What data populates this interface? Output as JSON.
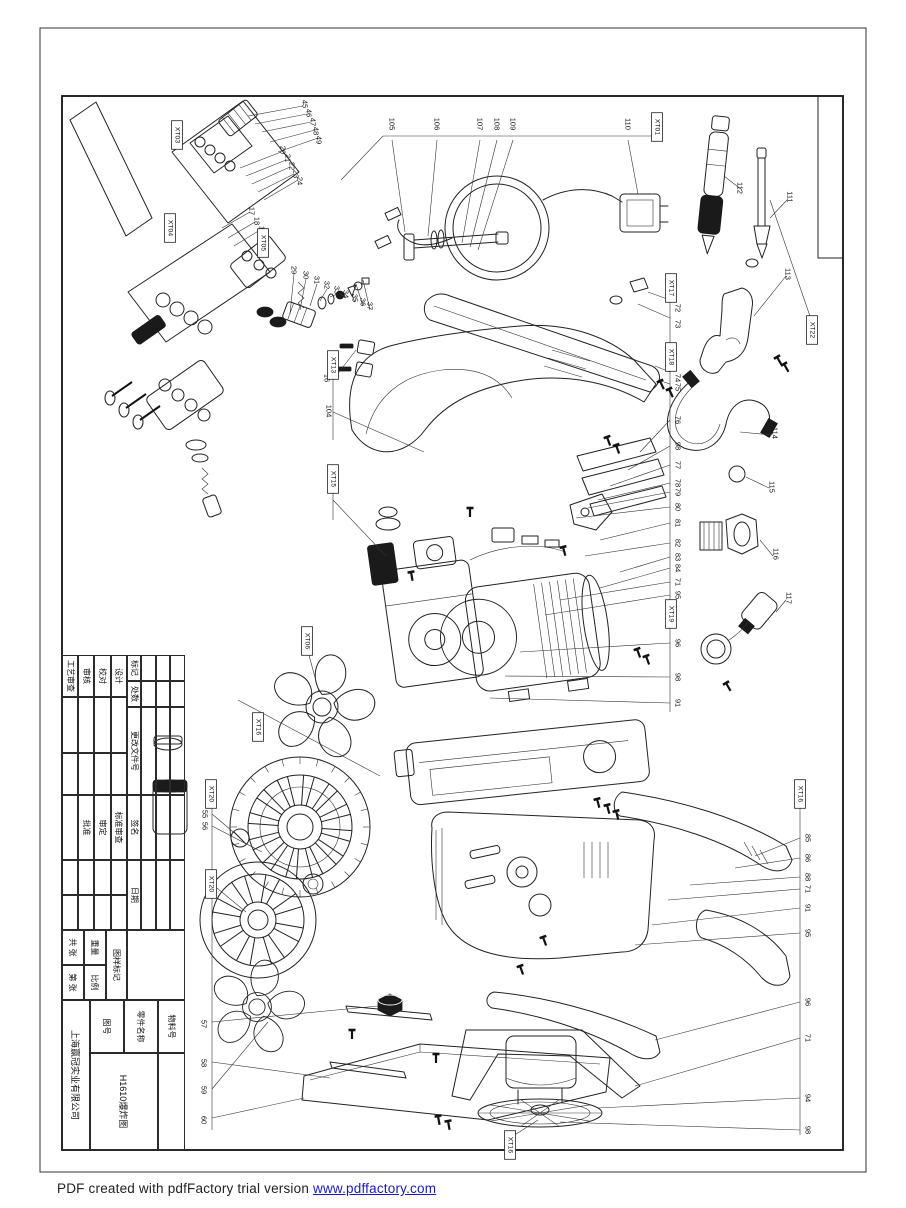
{
  "footer": {
    "text": "PDF created with pdfFactory trial version ",
    "link": "www.pdffactory.com"
  },
  "title_block": {
    "company": "上海赢冠实业有限公司",
    "part_name_value": "H1610爆炸图",
    "labels": {
      "mark": "标记",
      "count": "处数",
      "change_doc_no": "更改文件号",
      "signature": "签名",
      "date": "日期",
      "design": "设计",
      "check": "校对",
      "audit": "审核",
      "process_review": "工艺审查",
      "standard_review": "标准审查",
      "approve": "审定",
      "ratify": "批准",
      "drawing_mark": "图样标记",
      "weight": "重量",
      "scale": "比例",
      "sheets_total": "共  张",
      "sheet_no": "第  张",
      "material_no": "物料号",
      "part_name": "零件名称",
      "drawing_no": "图号"
    }
  },
  "callouts": {
    "boxed": [
      [
        "XT01",
        657,
        127
      ],
      [
        "XT03",
        177,
        135
      ],
      [
        "XT04",
        170,
        228
      ],
      [
        "XT05",
        263,
        243
      ],
      [
        "XT13",
        333,
        365
      ],
      [
        "XT15",
        333,
        479
      ],
      [
        "XT16",
        258,
        727
      ],
      [
        "XT06",
        307,
        641
      ],
      [
        "XT17",
        671,
        288
      ],
      [
        "XT18",
        671,
        357
      ],
      [
        "XT19",
        671,
        614
      ],
      [
        "XT22",
        812,
        330
      ],
      [
        "XT20",
        211,
        794
      ],
      [
        "XT20",
        211,
        884
      ],
      [
        "XT16",
        800,
        794
      ],
      [
        "XT16",
        510,
        1145
      ]
    ],
    "numbers": [
      [
        "105",
        392,
        124
      ],
      [
        "106",
        437,
        124
      ],
      [
        "107",
        480,
        124
      ],
      [
        "108",
        497,
        124
      ],
      [
        "109",
        513,
        124
      ],
      [
        "110",
        628,
        124
      ],
      [
        "111",
        790,
        197
      ],
      [
        "112",
        740,
        188
      ],
      [
        "113",
        788,
        274
      ],
      [
        "114",
        775,
        433
      ],
      [
        "115",
        772,
        487
      ],
      [
        "116",
        776,
        554
      ],
      [
        "117",
        789,
        598
      ],
      [
        "72",
        678,
        308
      ],
      [
        "73",
        678,
        324
      ],
      [
        "74",
        678,
        378
      ],
      [
        "75",
        678,
        387
      ],
      [
        "76",
        678,
        420
      ],
      [
        "98",
        678,
        446
      ],
      [
        "77",
        678,
        465
      ],
      [
        "78",
        678,
        483
      ],
      [
        "79",
        678,
        492
      ],
      [
        "80",
        678,
        507
      ],
      [
        "81",
        678,
        523
      ],
      [
        "82",
        678,
        543
      ],
      [
        "83",
        678,
        557
      ],
      [
        "84",
        678,
        568
      ],
      [
        "71",
        678,
        582
      ],
      [
        "95",
        678,
        595
      ],
      [
        "96",
        678,
        643
      ],
      [
        "98",
        678,
        677
      ],
      [
        "91",
        678,
        703
      ],
      [
        "85",
        808,
        838
      ],
      [
        "86",
        808,
        858
      ],
      [
        "88",
        808,
        877
      ],
      [
        "71",
        808,
        889
      ],
      [
        "91",
        808,
        908
      ],
      [
        "95",
        808,
        933
      ],
      [
        "96",
        808,
        1002
      ],
      [
        "71",
        808,
        1038
      ],
      [
        "94",
        808,
        1098
      ],
      [
        "98",
        808,
        1130
      ],
      [
        "55",
        205,
        814
      ],
      [
        "56",
        205,
        826
      ],
      [
        "57",
        204,
        1024
      ],
      [
        "58",
        204,
        1063
      ],
      [
        "59",
        204,
        1090
      ],
      [
        "60",
        204,
        1120
      ],
      [
        "45",
        305,
        104
      ],
      [
        "46",
        309,
        113
      ],
      [
        "47",
        313,
        122
      ],
      [
        "48",
        316,
        131
      ],
      [
        "49",
        319,
        140
      ],
      [
        "20",
        283,
        150
      ],
      [
        "21",
        288,
        158
      ],
      [
        "22",
        292,
        166
      ],
      [
        "23",
        296,
        174
      ],
      [
        "24",
        300,
        181
      ],
      [
        "17",
        252,
        211
      ],
      [
        "18",
        257,
        221
      ],
      [
        "19",
        262,
        230
      ],
      [
        "29",
        294,
        270
      ],
      [
        "30",
        306,
        275
      ],
      [
        "31",
        317,
        280
      ],
      [
        "32",
        327,
        285
      ],
      [
        "33",
        337,
        290
      ],
      [
        "34",
        346,
        294
      ],
      [
        "35",
        355,
        298
      ],
      [
        "36",
        363,
        302
      ],
      [
        "37",
        370,
        306
      ],
      [
        "16",
        327,
        378
      ],
      [
        "104",
        329,
        411
      ]
    ]
  }
}
